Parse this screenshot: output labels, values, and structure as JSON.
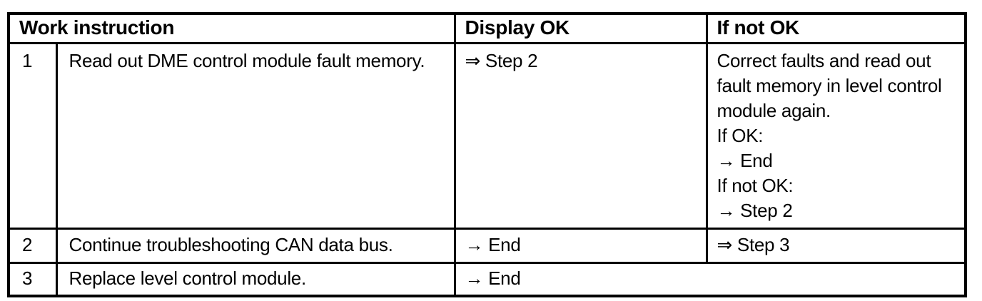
{
  "page": {
    "background": "#ffffff",
    "text_color": "#000000",
    "border_color": "#000000"
  },
  "table": {
    "headers": {
      "work_instruction": "Work instruction",
      "display_ok": "Display OK",
      "if_not_ok": "If not OK"
    },
    "rows": [
      {
        "step": "1",
        "instruction": "Read out DME control module fault memory.",
        "display_ok": "⇒ Step 2",
        "if_not_ok": {
          "paragraph": "Correct faults and read out fault memory in level control module again.",
          "line_if_ok": "If OK:",
          "line_if_ok_result": "→ End",
          "line_if_not_ok": "If not OK:",
          "line_if_not_ok_result": "→ Step 2"
        }
      },
      {
        "step": "2",
        "instruction": "Continue troubleshooting CAN data bus.",
        "display_ok": "→ End",
        "if_not_ok": "⇒ Step 3"
      },
      {
        "step": "3",
        "instruction": "Replace level control module.",
        "display_ok": "→ End"
      }
    ]
  }
}
